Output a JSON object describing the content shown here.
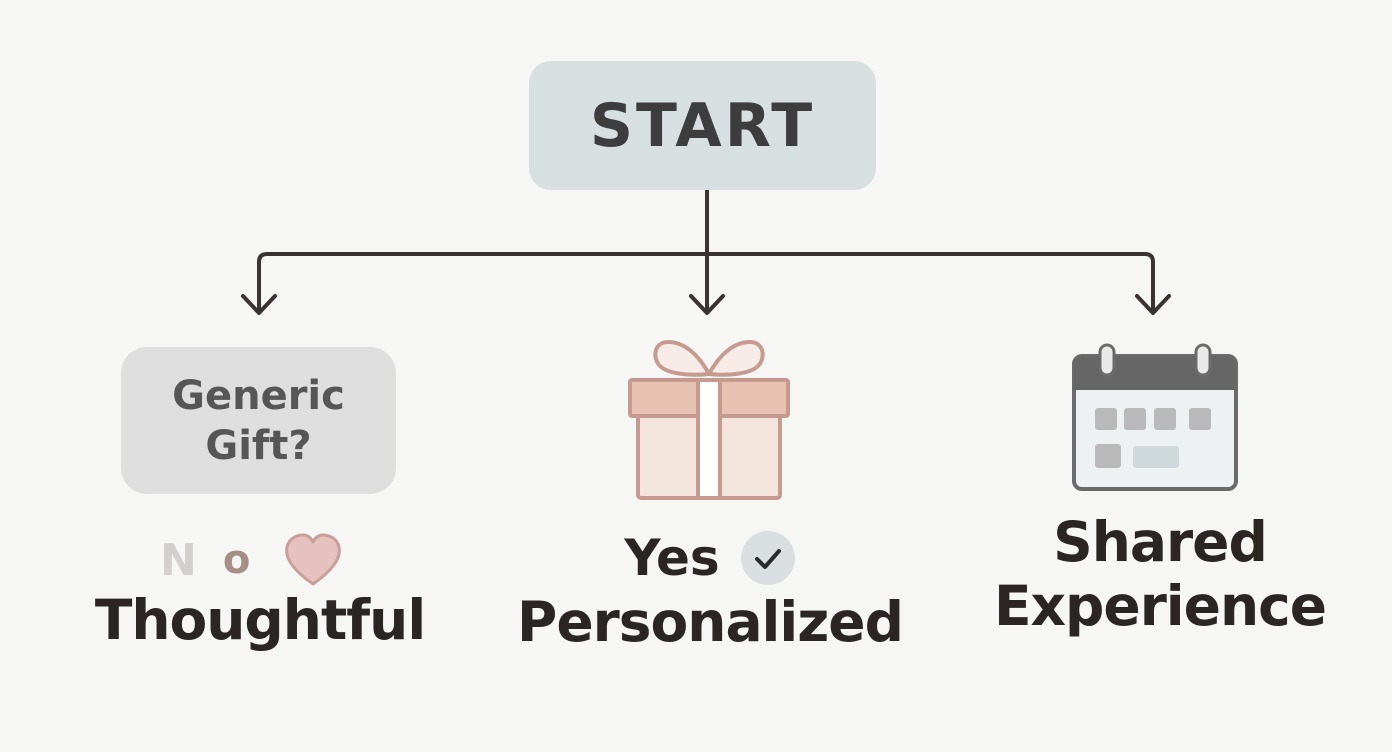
{
  "diagram": {
    "start": {
      "label": "START"
    },
    "left_branch": {
      "question": "Generic\nGift?",
      "answer_letters": [
        "N",
        "o"
      ],
      "answer_icon": "heart-icon",
      "outcome": "Thoughtful"
    },
    "middle_branch": {
      "icon": "gift-box-icon",
      "answer": "Yes",
      "answer_icon": "check-circle-icon",
      "outcome": "Personalized"
    },
    "right_branch": {
      "icon": "calendar-icon",
      "outcome": "Shared\nExperience"
    }
  },
  "colors": {
    "background": "#f6f6f4",
    "start_box": "#d7dfe0",
    "question_box": "#dedede",
    "connector": "#3a3330",
    "text_dark": "#2b2624",
    "gift_outline": "#c79a90",
    "gift_fill": "#f3e4dc",
    "heart": "#e6c2bf",
    "calendar_frame": "#6b6b6b"
  }
}
